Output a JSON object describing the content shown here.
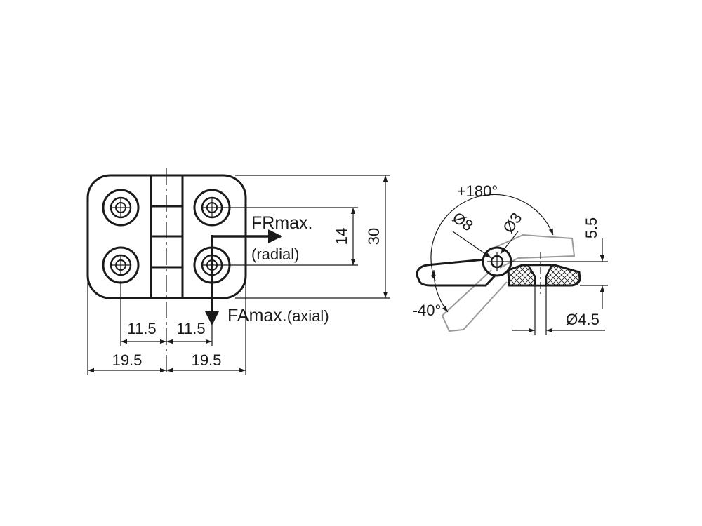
{
  "front_view": {
    "dimensions": {
      "hole_spacing_vertical": "14",
      "overall_height": "30",
      "hole_offset_left": "11.5",
      "hole_offset_right": "11.5",
      "half_width_left": "19.5",
      "half_width_right": "19.5"
    },
    "forces": {
      "radial_label": "FRmax.",
      "radial_note": "(radial)",
      "axial_label": "FAmax.",
      "axial_note": "(axial)"
    }
  },
  "side_view": {
    "angles": {
      "open": "+180°",
      "back": "-40°"
    },
    "dimensions": {
      "barrel_diameter": "Ø8",
      "pin_diameter": "Ø3",
      "leaf_thickness": "5.5",
      "hole_diameter": "Ø4.5"
    }
  }
}
